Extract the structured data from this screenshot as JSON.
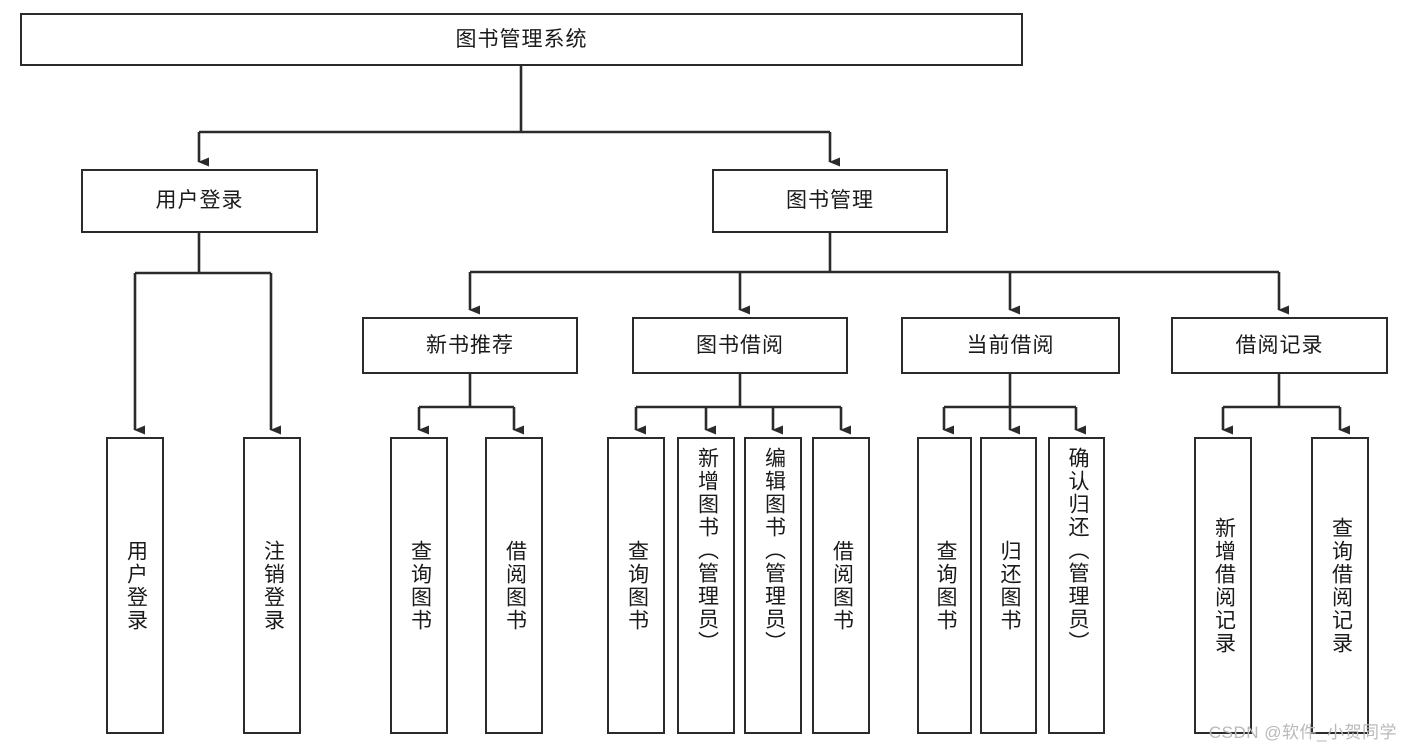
{
  "diagram": {
    "title": "图书管理系统",
    "type": "tree",
    "orientation": "top-down",
    "stroke_color": "#2b2b2b",
    "fill_color": "#ffffff",
    "text_color": "#1a1a1a"
  },
  "watermark": {
    "text": "CSDN @软件_小贺同学",
    "color": "#b9b9b9"
  },
  "nodes": {
    "root": {
      "label": "图书管理系统"
    },
    "level2": [
      {
        "label": "用户登录"
      },
      {
        "label": "图书管理"
      }
    ],
    "level3": [
      {
        "label": "新书推荐"
      },
      {
        "label": "图书借阅"
      },
      {
        "label": "当前借阅"
      },
      {
        "label": "借阅记录"
      }
    ],
    "leaves": {
      "user_login": [
        {
          "label": "用户登录"
        },
        {
          "label": "注销登录"
        }
      ],
      "new_book_recommend": [
        {
          "label": "查询图书"
        },
        {
          "label": "借阅图书"
        }
      ],
      "book_borrow": [
        {
          "label": "查询图书"
        },
        {
          "label": "新增图书（管理员）"
        },
        {
          "label": "编辑图书（管理员）"
        },
        {
          "label": "借阅图书"
        }
      ],
      "current_borrow": [
        {
          "label": "查询图书"
        },
        {
          "label": "归还图书"
        },
        {
          "label": "确认归还（管理员）"
        }
      ],
      "borrow_record": [
        {
          "label": "新增借阅记录"
        },
        {
          "label": "查询借阅记录"
        }
      ]
    }
  }
}
